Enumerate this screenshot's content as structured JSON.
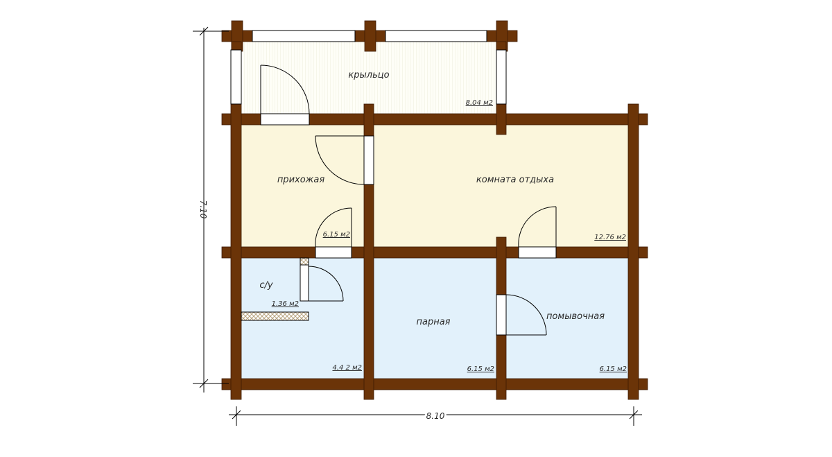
{
  "colors": {
    "wall": "#6b3408",
    "porch": "#fefef7",
    "beige_room": "#fbf6dc",
    "blue_room": "#e2f1fb",
    "line": "#000000",
    "hatch": "#c9b79b"
  },
  "rooms": {
    "porch": {
      "name": "крыльцо",
      "area": "8.04 м2"
    },
    "hallway": {
      "name": "прихожая",
      "area": "6.15 м2"
    },
    "lounge": {
      "name": "комната отдыха",
      "area": "12.76 м2"
    },
    "wc": {
      "name": "с/у",
      "area": "1.36 м2"
    },
    "restroom_area": {
      "area": "4.4 2 м2"
    },
    "sauna": {
      "name": "парная",
      "area": "6.15 м2"
    },
    "washroom": {
      "name": "помывочная",
      "area": "6.15 м2"
    }
  },
  "dimensions": {
    "height": "7.10",
    "width": "8.10"
  }
}
